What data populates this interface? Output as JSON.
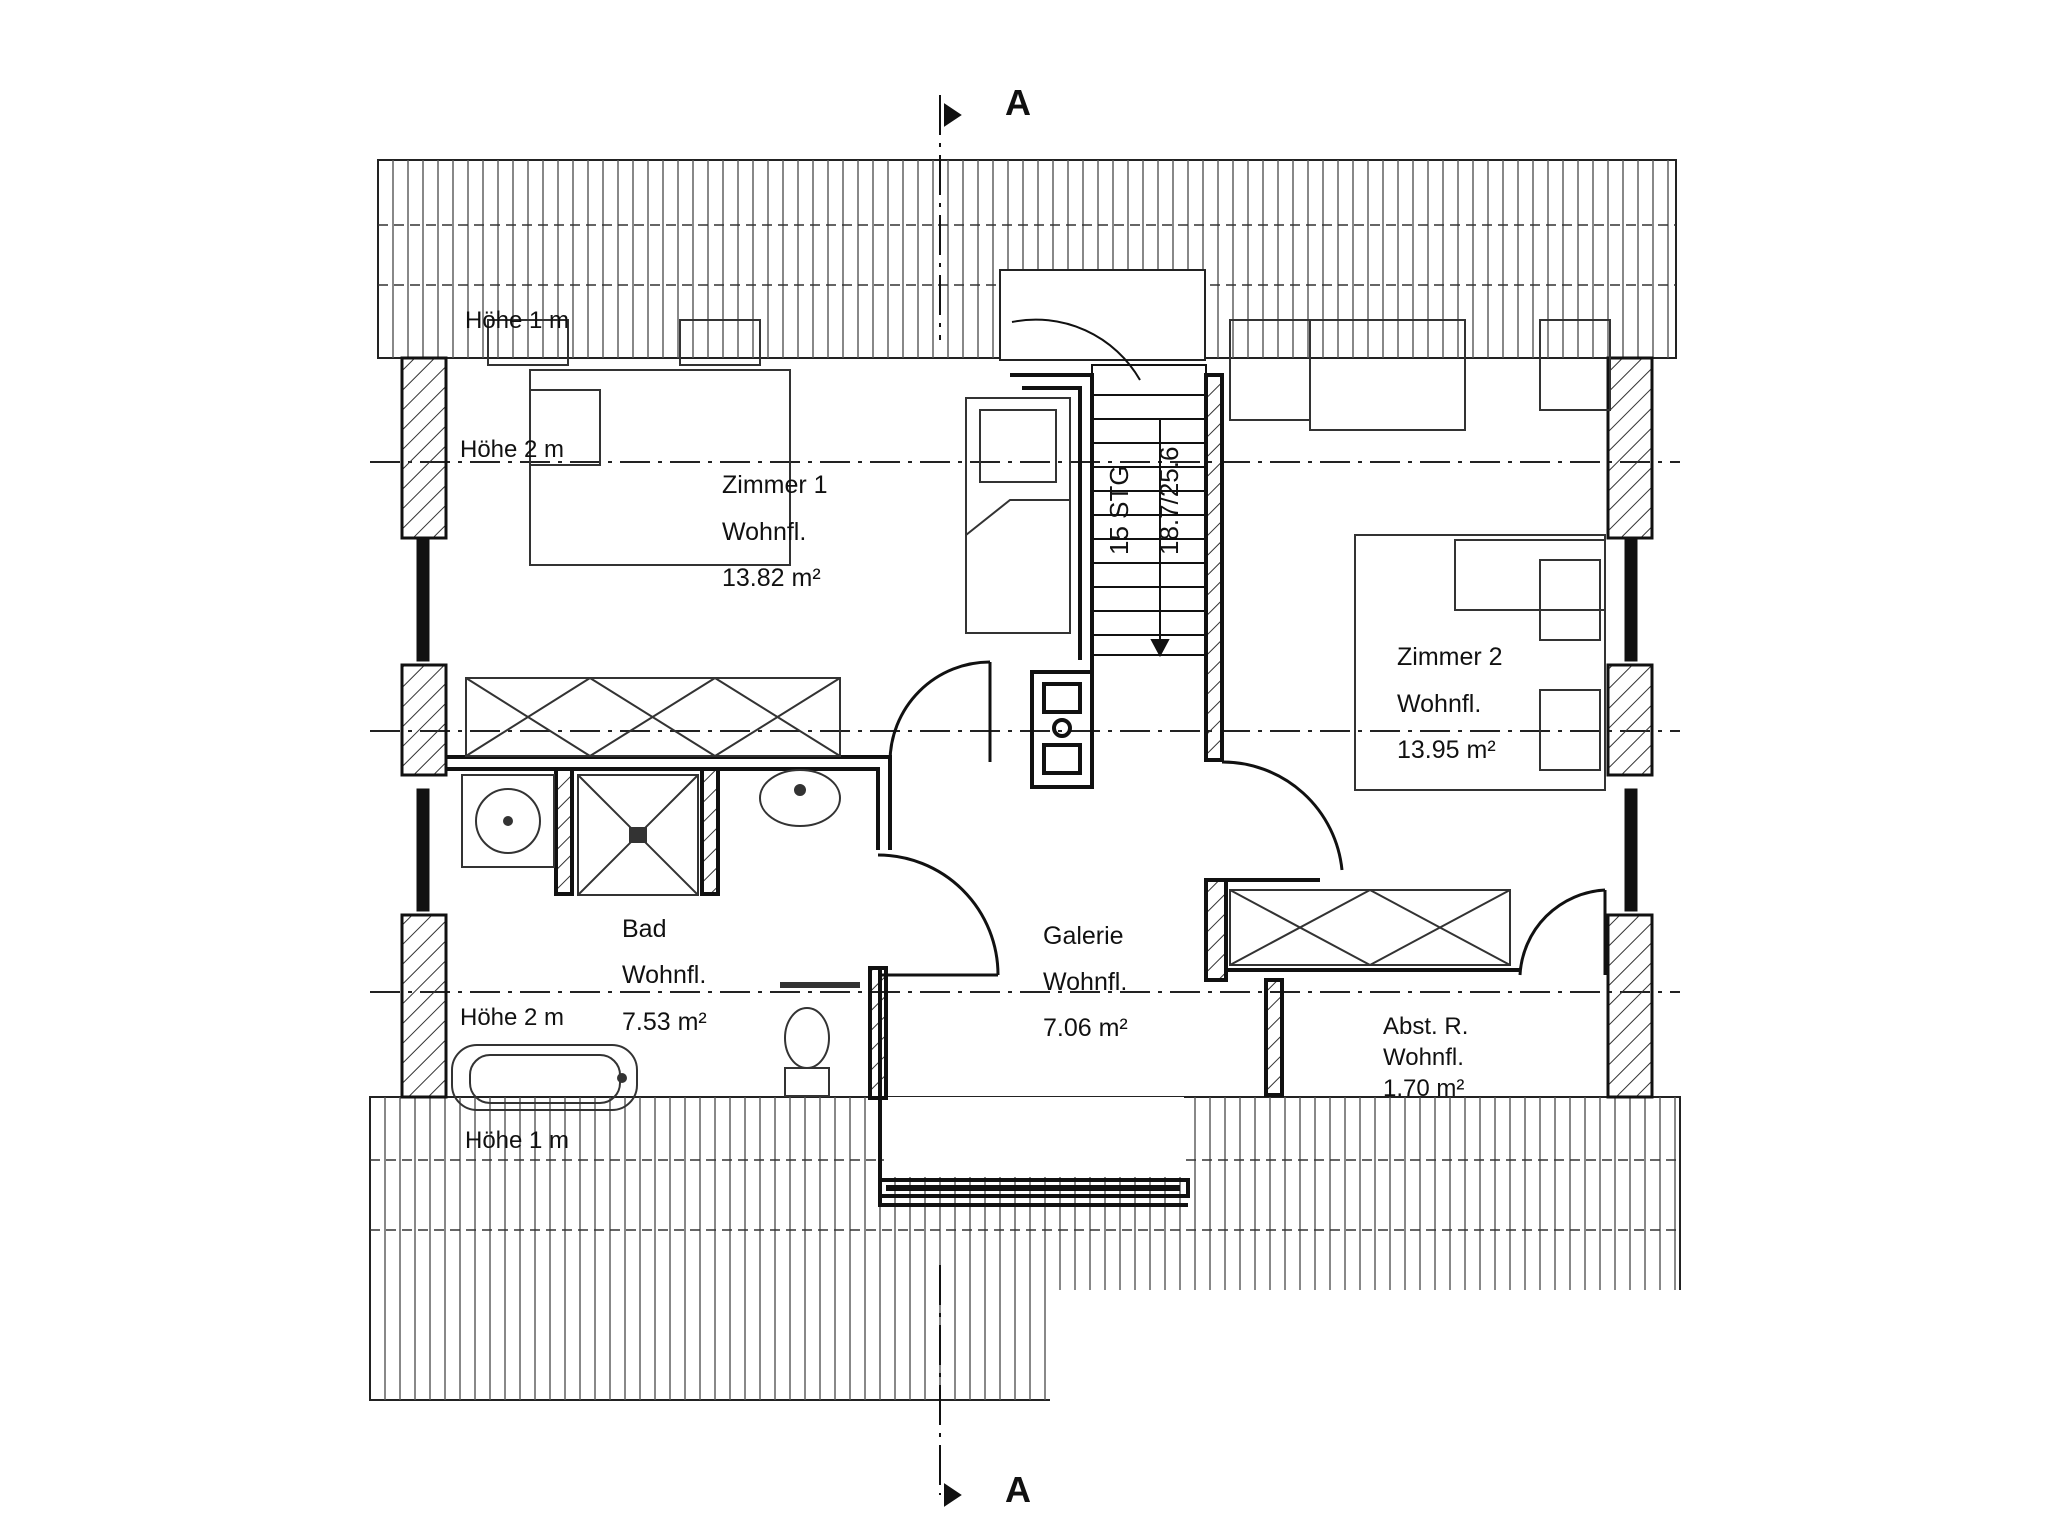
{
  "section_marks": {
    "top": "A",
    "bottom": "A"
  },
  "heights": {
    "top_1m": "Höhe 1 m",
    "left_2m_upper": "Höhe 2 m",
    "left_2m_lower": "Höhe 2 m",
    "bottom_1m": "Höhe 1 m"
  },
  "stairs": {
    "steps": "15 STG",
    "ratio": "18.7/25.6"
  },
  "rooms": {
    "zimmer1": {
      "name": "Zimmer 1",
      "type": "Wohnfl.",
      "area": "13.82 m²"
    },
    "zimmer2": {
      "name": "Zimmer 2",
      "type": "Wohnfl.",
      "area": "13.95 m²"
    },
    "bad": {
      "name": "Bad",
      "type": "Wohnfl.",
      "area": "7.53 m²"
    },
    "galerie": {
      "name": "Galerie",
      "type": "Wohnfl.",
      "area": "7.06 m²"
    },
    "abst": {
      "name": "Abst. R.",
      "type": "Wohnfl.",
      "area": "1.70 m²"
    }
  },
  "colors": {
    "ink": "#111111",
    "hatch": "#444444",
    "background": "#ffffff"
  }
}
